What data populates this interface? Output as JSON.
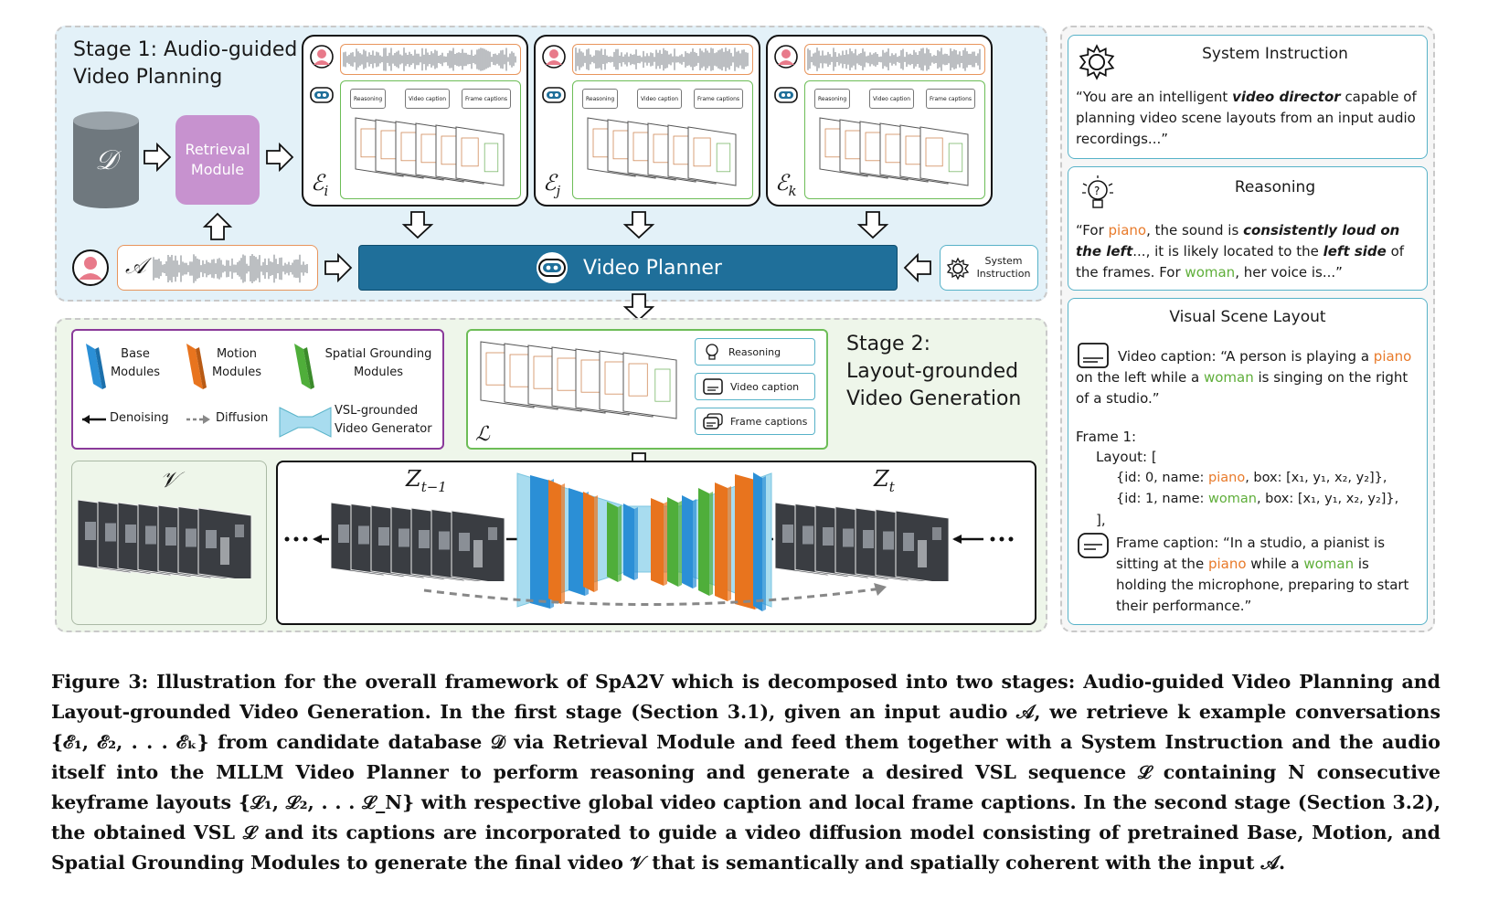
{
  "stage1": {
    "title_line1": "Stage 1: Audio-guided",
    "title_line2": "Video Planning",
    "database_symbol": "𝒟",
    "retrieval_line1": "Retrieval",
    "retrieval_line2": "Module",
    "examples": [
      {
        "label": "ℰ",
        "sub": "i"
      },
      {
        "label": "ℰ",
        "sub": "j"
      },
      {
        "label": "ℰ",
        "sub": "k"
      }
    ],
    "example_chips": [
      "Reasoning",
      "Video caption",
      "Frame captions"
    ],
    "audio_symbol": "𝒜",
    "planner_label": "Video Planner",
    "sys_line1": "System",
    "sys_line2": "Instruction"
  },
  "stage2": {
    "title_line1": "Stage 2:",
    "title_line2": "Layout-grounded",
    "title_line3": "Video Generation",
    "legend": {
      "base_line1": "Base",
      "base_line2": "Modules",
      "motion_line1": "Motion",
      "motion_line2": "Modules",
      "spatial_line1": "Spatial Grounding",
      "spatial_line2": "Modules",
      "denoising": "Denoising",
      "diffusion": "Diffusion",
      "generator_line1": "VSL-grounded",
      "generator_line2": "Video Generator"
    },
    "vsl_symbol": "ℒ",
    "chips": [
      "Reasoning",
      "Video caption",
      "Frame captions"
    ],
    "v_symbol": "𝒱",
    "z_prev": "Z",
    "z_prev_sub": "t−1",
    "z_t": "Z",
    "z_t_sub": "t"
  },
  "right": {
    "sys_title": "System Instruction",
    "sys_text_1": "“You are an intelligent ",
    "sys_text_bold": "video director",
    "sys_text_2": " capable of planning video scene layouts from an input audio recordings...”",
    "reason_title": "Reasoning",
    "reason_1": "“For ",
    "reason_piano": "piano",
    "reason_2": ", the sound is ",
    "reason_bold1": "consistently loud on the left",
    "reason_3": "..., it is likely located to the ",
    "reason_bold2": "left side",
    "reason_4": " of the frames. For ",
    "reason_woman": "woman",
    "reason_5": ", her voice is...”",
    "layout_title": "Visual Scene Layout",
    "vc_1": "Video caption: “A person is playing a ",
    "vc_piano": "piano",
    "vc_2": " on the left while a ",
    "vc_woman": "woman",
    "vc_3": " is singing on the right of a studio.”",
    "frame1": "Frame 1:",
    "layout_open": "Layout: [",
    "id0_a": "{id: 0, name: ",
    "id0_name": "piano",
    "id0_b": ",  box: [x₁, y₁, x₂, y₂]},",
    "id1_a": "{id: 1, name: ",
    "id1_name": "woman",
    "id1_b": ",  box: [x₁, y₁, x₂, y₂]},",
    "layout_close": "],",
    "fc_1": "Frame caption: “In a studio, a pianist is sitting at the ",
    "fc_piano": "piano",
    "fc_2": " while a ",
    "fc_woman": "woman",
    "fc_3": " is holding the microphone, preparing to start their performance.”"
  },
  "caption": "Figure 3: Illustration for the overall framework of SpA2V which is decomposed into two stages: Audio-guided Video Planning and Layout-grounded Video Generation. In the first stage (Section 3.1), given an input audio 𝒜, we retrieve k example conversations {ℰ₁, ℰ₂, . . . ℰₖ} from candidate database 𝒟 via Retrieval Module and feed them together with a System Instruction and the audio itself into the MLLM Video Planner to perform reasoning and generate a desired VSL sequence ℒ containing N consecutive keyframe layouts {ℒ₁, ℒ₂, . . . ℒ_N} with respective global video caption and local frame captions. In the second stage (Section 3.2), the obtained VSL ℒ and its captions are incorporated to guide a video diffusion model consisting of pretrained Base, Motion, and Spatial Grounding Modules to generate the final video 𝒱 that is semantically and spatially coherent with the input 𝒜.",
  "colors": {
    "stage1_bg": "#e3f1f8",
    "stage2_bg": "#eef6ea",
    "planner": "#1f6f9a",
    "retrieval": "#c792cf",
    "base_module": "#2b8fd6",
    "motion_module": "#e8741e",
    "spatial_module": "#4fae3a",
    "legend_border": "#8a3a9a"
  }
}
